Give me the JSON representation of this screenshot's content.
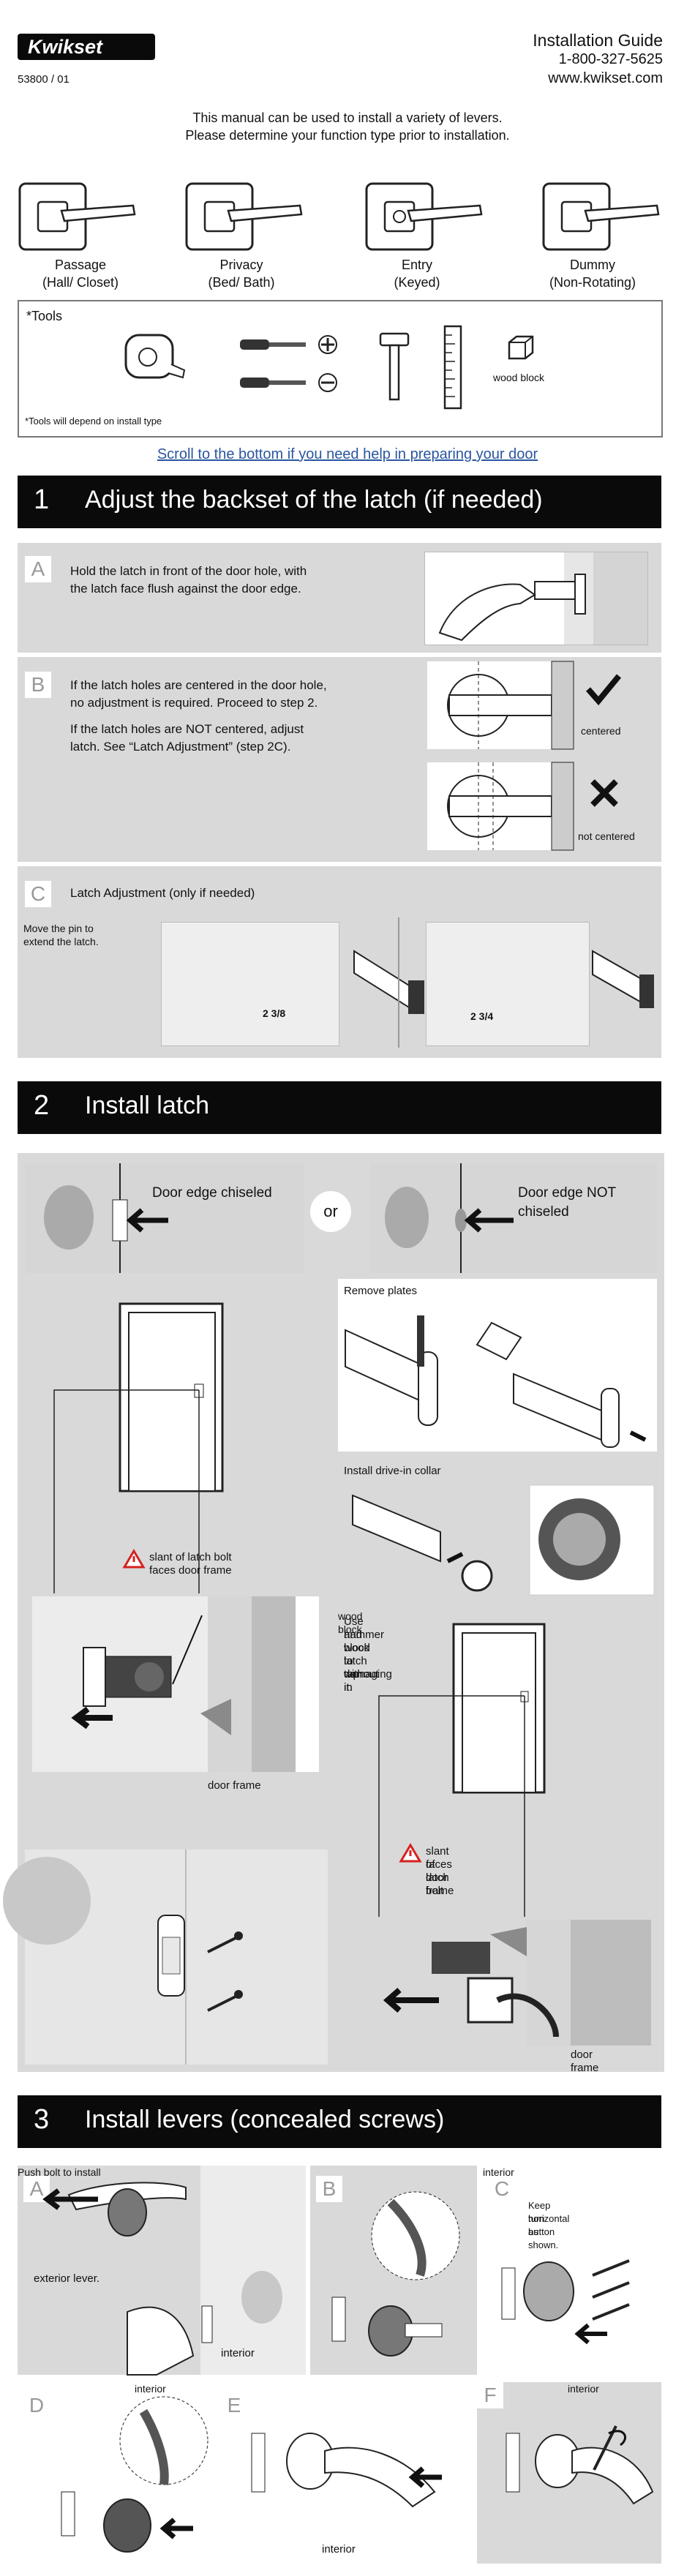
{
  "header": {
    "brand": "Kwikset",
    "doc_number": "53800 / 01",
    "guide_title": "Installation Guide",
    "phone": "1-800-327-5625",
    "website": "www.kwikset.com"
  },
  "intro": {
    "line1": "This manual can be used to install a variety of levers.",
    "line2": "Please determine your function type prior to installation."
  },
  "functions": [
    {
      "name": "Passage",
      "sub": "(Hall/ Closet)"
    },
    {
      "name": "Privacy",
      "sub": "(Bed/ Bath)"
    },
    {
      "name": "Entry",
      "sub": "(Keyed)"
    },
    {
      "name": "Dummy",
      "sub": "(Non-Rotating)"
    }
  ],
  "tools": {
    "title": "*Tools",
    "wood_block": "wood block",
    "note": "*Tools will depend on install type"
  },
  "scroll_link": "Scroll to the bottom if you need help in preparing your door",
  "step1": {
    "num": "1",
    "title": "Adjust the backset of the latch (if needed)",
    "a": {
      "letter": "A",
      "text1": "Hold the latch in front of the door hole, with",
      "text2": "the latch face flush against the door edge."
    },
    "b": {
      "letter": "B",
      "text1": "If the latch holes are centered in the door hole,",
      "text2": "no adjustment is required. Proceed to step 2.",
      "text3": "If the latch holes are NOT centered, adjust",
      "text4": "latch.  See “Latch Adjustment” (step 2C).",
      "centered": "centered",
      "not_centered": "not centered"
    },
    "c": {
      "letter": "C",
      "title": "Latch Adjustment (only if needed)",
      "text1": "Move the pin to",
      "text2": "extend the latch.",
      "measure1": "2 3/8",
      "measure2": "2 3/4"
    }
  },
  "step2": {
    "num": "2",
    "title": "Install latch",
    "chiseled": "Door edge chiseled",
    "or": "or",
    "not_chiseled1": "Door edge NOT",
    "not_chiseled2": "chiseled",
    "slant1": "slant of latch bolt",
    "slant2": "faces door frame",
    "door_frame": "door frame",
    "remove_plates": "Remove plates",
    "drive_in": "Install drive-in collar",
    "hammer1": "Use hammer",
    "hammer2": "and wood",
    "hammer3": "block to tap in",
    "hammer4": "latch without",
    "hammer5": "damaging it.",
    "wood_block": "wood block"
  },
  "step3": {
    "num": "3",
    "title": "Install levers (concealed screws)",
    "a": {
      "letter": "A",
      "text1": "Push bolt to install",
      "text2": "exterior lever.",
      "interior": "interior"
    },
    "b": {
      "letter": "B"
    },
    "c": {
      "letter": "C",
      "text1": "Keep turn button",
      "text2": "horizontal as shown.",
      "interior": "interior"
    },
    "d": {
      "letter": "D",
      "interior": "interior"
    },
    "e": {
      "letter": "E",
      "interior": "interior"
    },
    "f": {
      "letter": "F",
      "interior": "interior"
    }
  },
  "colors": {
    "accent": "#0a0a0a",
    "panel_gray": "#d9d9d9",
    "link_blue": "#2a56a0",
    "warning_red": "#d62020"
  }
}
